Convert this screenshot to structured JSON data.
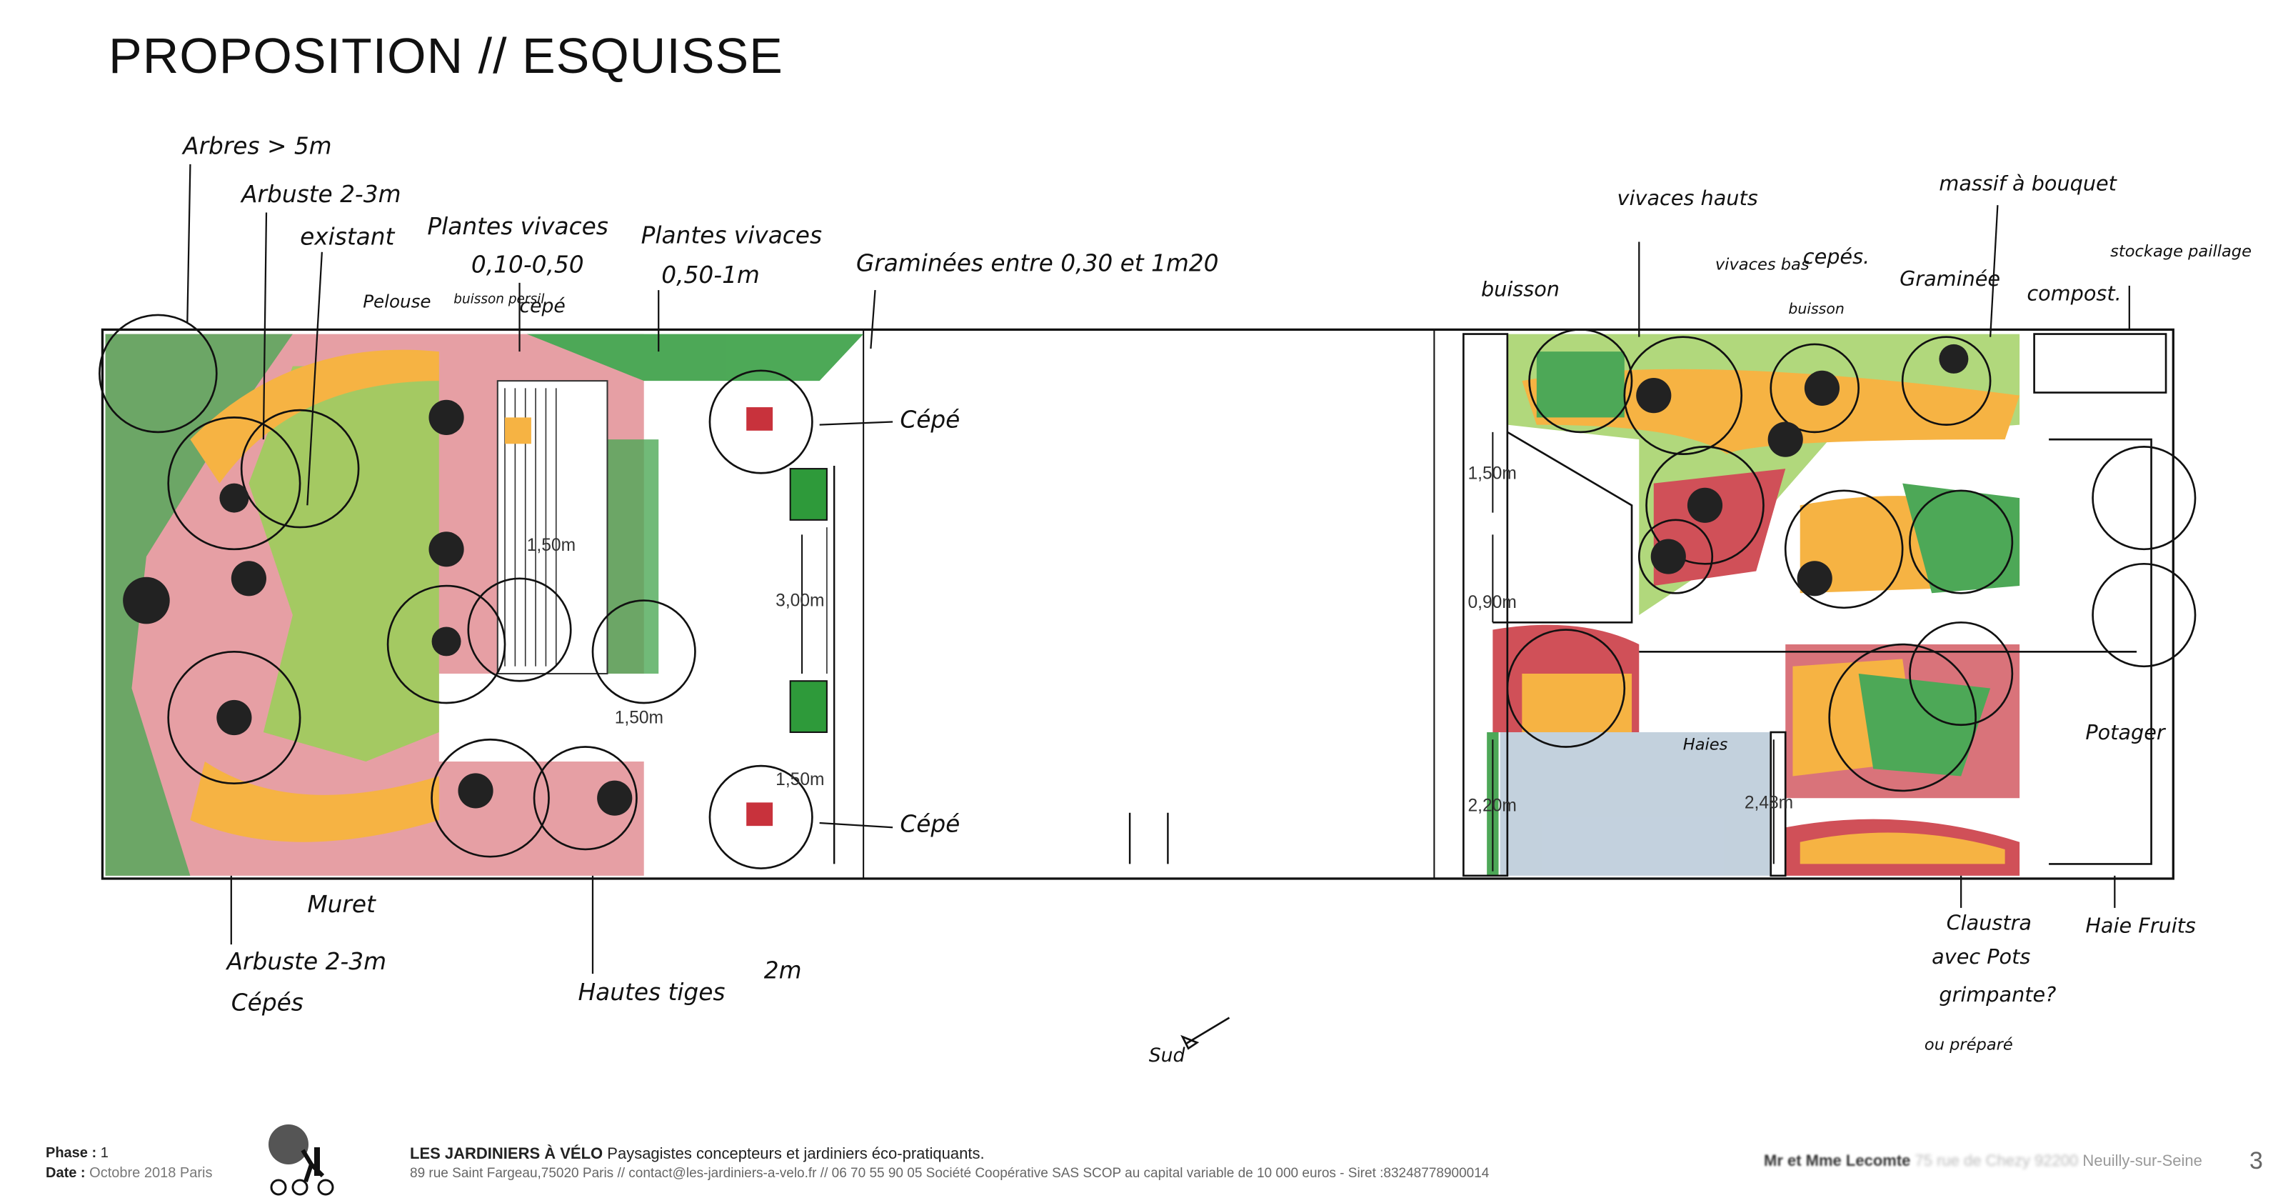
{
  "title": "PROPOSITION // ESQUISSE",
  "plan_left": {
    "labels": {
      "arbres": "Arbres > 5m",
      "arbuste_top": "Arbuste 2-3m",
      "existant": "existant",
      "vivaces_low_1": "Plantes vivaces",
      "vivaces_low_2": "0,10-0,50",
      "pelouse": "Pelouse",
      "buisson_persil": "buisson persil",
      "cepe_small": "cepé",
      "vivaces_mid_1": "Plantes vivaces",
      "vivaces_mid_2": "0,50-1m",
      "graminees": "Graminées entre 0,30 et 1m20",
      "cepe_1": "Cépé",
      "cepe_2": "Cépé",
      "muret": "Muret",
      "arbuste_bottom": "Arbuste 2-3m",
      "cepes_bottom": "Cépés",
      "hautes_tiges": "Hautes tiges",
      "two_m": "2m",
      "sud": "Sud"
    },
    "dimensions": {
      "d1": "1,50m",
      "d2": "3,00m",
      "d3": "1,50m",
      "d4": "1,50m"
    }
  },
  "plan_right": {
    "labels": {
      "buisson": "buisson",
      "vivaces_hauts": "vivaces hauts",
      "vivaces_bas": "vivaces bas",
      "cepes": "cepés.",
      "buisson_small": "buisson",
      "graminee": "Graminée",
      "massif": "massif à bouquet",
      "compost": "compost.",
      "stockage": "stockage paillage",
      "haies": "Haies",
      "potager": "Potager",
      "claustra_1": "Claustra",
      "claustra_2": "avec Pots",
      "claustra_3": "grimpante?",
      "ou_prepare": "ou préparé",
      "haie_fruits": "Haie Fruits"
    },
    "dimensions": {
      "d1": "1,50m",
      "d2": "0,90m",
      "d3": "2,20m",
      "d4": "2,48m"
    }
  },
  "footer": {
    "phase_label": "Phase :",
    "phase_value": "1",
    "date_label": "Date :",
    "date_value": "Octobre 2018 Paris",
    "company": "LES JARDINIERS À VÉLO",
    "tagline": "Paysagistes concepteurs et jardiniers éco-pratiquants.",
    "contact": "89 rue Saint Fargeau,75020 Paris // contact@les-jardiniers-a-velo.fr // 06 70 55 90 05  Société Coopérative SAS SCOP au capital variable de 10 000 euros - Siret :83248778900014",
    "client": "Mr et Mme Lecomte",
    "client_address": "75 rue de Chezy 92200",
    "client_city": "Neuilly-sur-Seine",
    "page_number": "3"
  },
  "colors": {
    "green": "#2e9a3a",
    "light_green": "#8cc63f",
    "orange": "#f5a623",
    "red": "#c8323c",
    "pavement": "#b9c9d8"
  }
}
